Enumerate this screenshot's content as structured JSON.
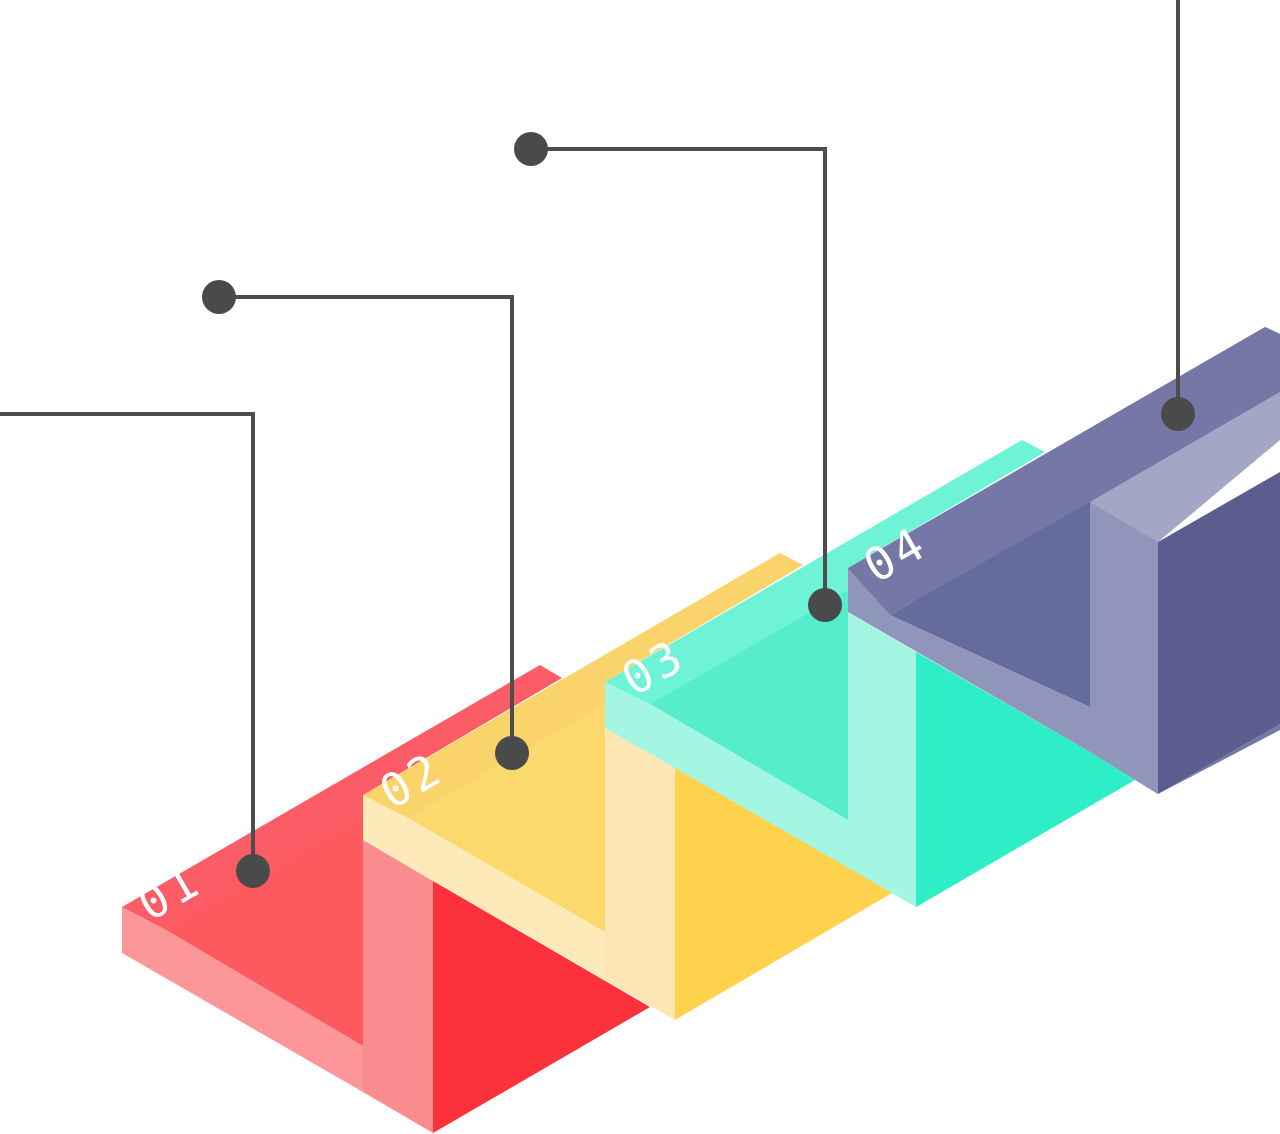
{
  "infographic": {
    "steps": [
      {
        "id": "01",
        "label": "01",
        "colors": {
          "top": "#fb5c66",
          "frontLeft": "#fc9698",
          "inner": "#fd5a5f",
          "front": "#fb313b",
          "side": "#f98c8f"
        }
      },
      {
        "id": "02",
        "label": "02",
        "colors": {
          "top": "#fbd36b",
          "frontLeft": "#fee9b9",
          "inner": "#fcd96c",
          "front": "#fed24d",
          "side": "#fee6b4"
        }
      },
      {
        "id": "03",
        "label": "03",
        "colors": {
          "top": "#6ef3d6",
          "frontLeft": "#a3f6e2",
          "inner": "#55edca",
          "front": "#2deec6",
          "side": "#9ff2df"
        }
      },
      {
        "id": "04",
        "label": "04",
        "colors": {
          "top": "#7577a6",
          "frontLeft": "#9096bb",
          "inner": "#666b9d",
          "front": "#5a5d8e",
          "side": "#a3a6c4"
        }
      }
    ],
    "connector_color": "#4d4d4d"
  }
}
